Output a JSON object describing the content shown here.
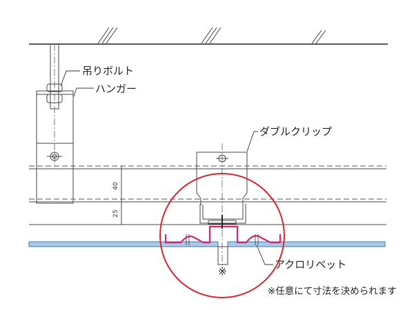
{
  "labels": {
    "hanging_bolt": "吊りボルト",
    "hanger": "ハンガー",
    "double_clip": "ダブルクリップ",
    "acro_rivet": "アクロリベット",
    "note": "※任意にて寸法を決められます",
    "note_mark": "※"
  },
  "dimensions": {
    "upper": "40",
    "lower": "25"
  },
  "colors": {
    "highlight_circle": "#d9232f",
    "profile": "#d6246e",
    "panel": "#a9cbe8",
    "panel_edge": "#3a78c2"
  }
}
